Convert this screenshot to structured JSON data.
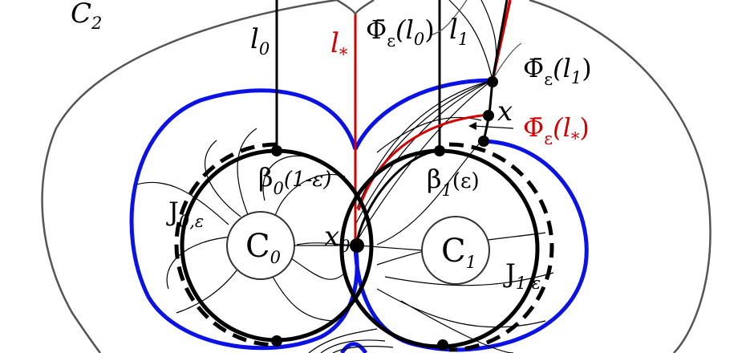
{
  "labels": {
    "c2": {
      "base": "C",
      "sub": "2"
    },
    "l0": {
      "base": "l",
      "sub": "0"
    },
    "lstar": {
      "base": "l",
      "sub": "*"
    },
    "phi_l0": {
      "base": "Φ̄",
      "sub": "ε",
      "arg": "(l",
      "argsub": "0",
      "close": ")"
    },
    "l1": {
      "base": "l",
      "sub": "1"
    },
    "phi_l1": {
      "base": "Φ̄",
      "sub": "ε",
      "arg": "(l",
      "argsub": "1",
      "close": ")"
    },
    "x": "x",
    "phi_lstar": {
      "base": "Φ̄",
      "sub": "ε",
      "arg": "(l",
      "argsub": "*",
      "close": ")"
    },
    "beta0": {
      "base": "β",
      "sub": "0",
      "arg": "(1-ε)"
    },
    "beta1": {
      "base": "β",
      "sub": "1",
      "arg": "(ε)"
    },
    "j0": {
      "base": "J",
      "sub": "0,ε"
    },
    "c0": {
      "base": "C",
      "sub": "0"
    },
    "x0": {
      "base": "x",
      "sub": "0"
    },
    "c1": {
      "base": "C",
      "sub": "1"
    },
    "j1": {
      "base": "J",
      "sub": "1,ε"
    }
  },
  "colors": {
    "outline": "#555555",
    "blue": "#0a12e6",
    "red": "#d40000",
    "black": "#000000"
  }
}
